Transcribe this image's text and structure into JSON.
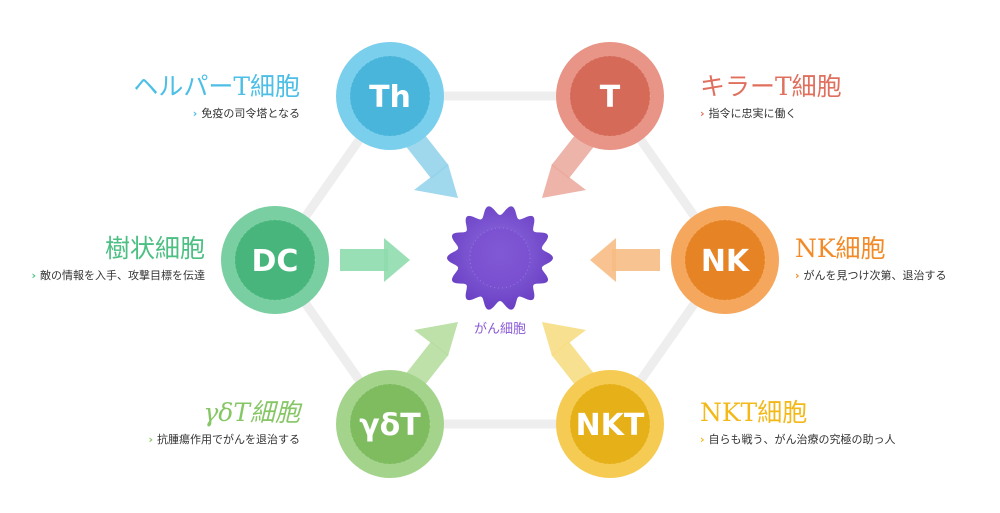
{
  "cells": [
    {
      "id": "th",
      "abbr": "Th",
      "title": "ヘルパーT細胞",
      "desc": "免疫の司令塔となる",
      "color": "#4dbfe6"
    },
    {
      "id": "t",
      "abbr": "T",
      "title": "キラーT細胞",
      "desc": "指令に忠実に働く",
      "color": "#e0705e"
    },
    {
      "id": "dc",
      "abbr": "DC",
      "title": "樹状細胞",
      "desc": "敵の情報を入手、攻撃目標を伝達",
      "color": "#4cbf82"
    },
    {
      "id": "nk",
      "abbr": "NK",
      "title": "NK細胞",
      "desc": "がんを見つけ次第、退治する",
      "color": "#f28a27"
    },
    {
      "id": "gdt",
      "abbr": "γδT",
      "title": "γδT細胞",
      "desc": "抗腫瘍作用でがんを退治する",
      "color": "#86c665"
    },
    {
      "id": "nkt",
      "abbr": "NKT",
      "title": "NKT細胞",
      "desc": "自らも戦う、がん治療の究極の助っ人",
      "color": "#f2b919"
    }
  ],
  "center": {
    "label": "がん細胞",
    "color": "#8a5ad6"
  }
}
